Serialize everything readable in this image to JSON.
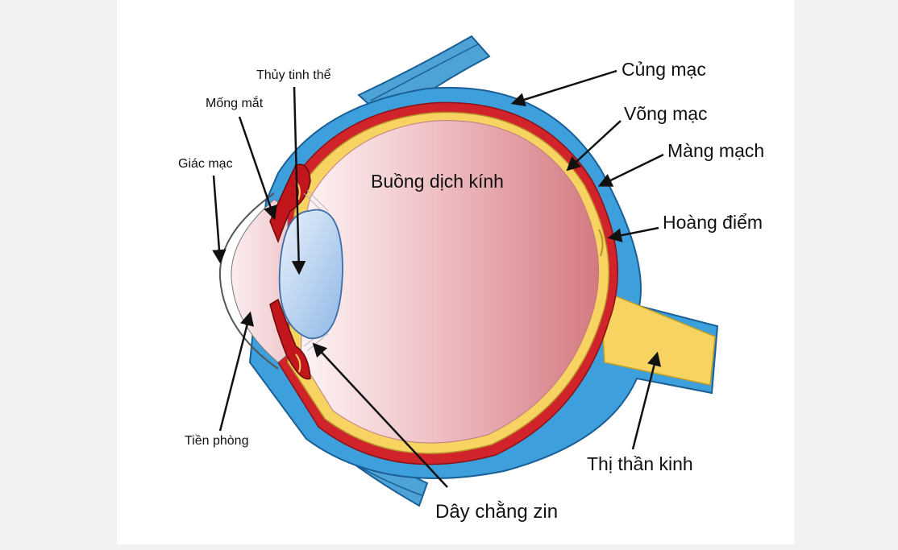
{
  "diagram": {
    "labels": {
      "thuy_tinh_the": "Thủy tinh thể",
      "mong_mat": "Mống mắt",
      "giac_mac": "Giác mạc",
      "tien_phong": "Tiền phòng",
      "buong_dich_kinh": "Buồng dịch kính",
      "cung_mac": "Củng mạc",
      "vong_mac": "Võng mạc",
      "mang_mach": "Màng mạch",
      "hoang_diem": "Hoàng điểm",
      "thi_than_kinh": "Thị thần kinh",
      "day_chang_zin": "Dây chằng zin"
    },
    "colors": {
      "sclera": "#3d9fdc",
      "sclera_edge": "#1a5f96",
      "choroid": "#d0242a",
      "retina": "#f7d462",
      "vitreous_light": "#fbeef0",
      "vitreous_dark": "#d97f86",
      "lens": "#a9c8ec",
      "muscle": "#4ea3d6"
    }
  }
}
